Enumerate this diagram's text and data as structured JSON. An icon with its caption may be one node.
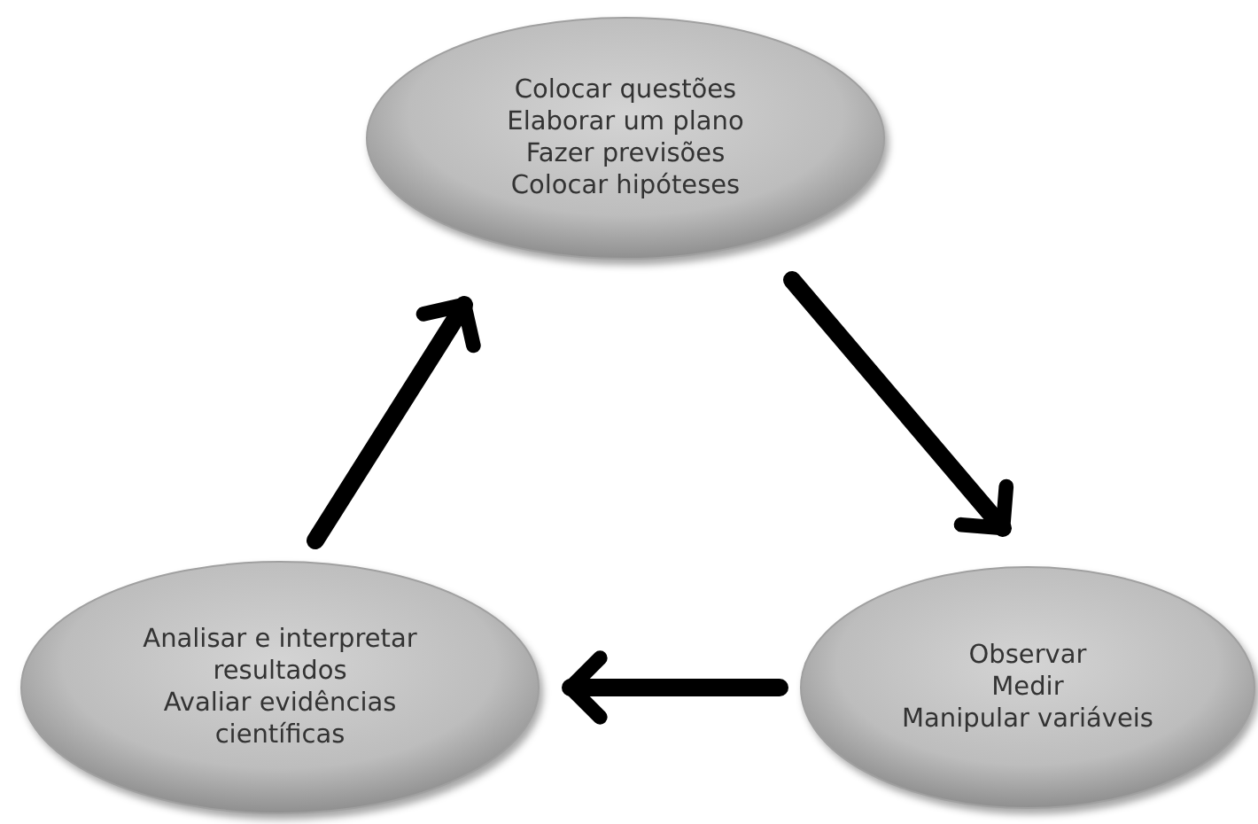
{
  "diagram": {
    "nodes": [
      {
        "text": [
          "Colocar questões",
          "Elaborar um plano",
          "Fazer previsões",
          "Colocar hipóteses"
        ]
      },
      {
        "text": [
          "Observar",
          "Medir",
          "Manipular variáveis"
        ]
      },
      {
        "text": [
          "Analisar e interpretar resultados",
          "Avaliar evidências científicas"
        ]
      }
    ],
    "edges": [
      {
        "from": 0,
        "to": 1,
        "arrow": "to"
      },
      {
        "from": 1,
        "to": 2,
        "arrow": "to"
      },
      {
        "from": 2,
        "to": 0,
        "arrow": "to"
      }
    ]
  }
}
